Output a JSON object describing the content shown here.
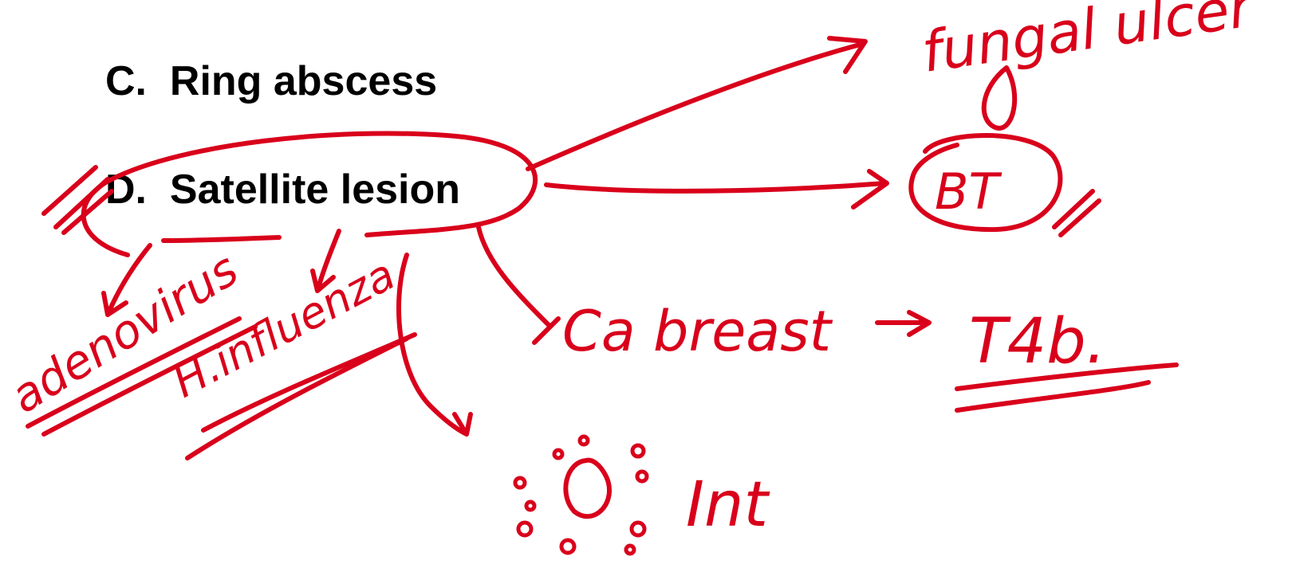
{
  "slide": {
    "option_c": "C.  Ring abscess",
    "option_d": "D.  Satellite lesion"
  },
  "annotations": {
    "ink_color": "#d9001b",
    "notes": {
      "fungal_ulcer": "fungal ulcer",
      "bt": "BT",
      "adenovirus": "adenovirus",
      "h_influenza": "H.influenza",
      "ca_breast": "Ca breast",
      "arrow": "→",
      "t4b": "T4b.",
      "int": "Int"
    }
  }
}
